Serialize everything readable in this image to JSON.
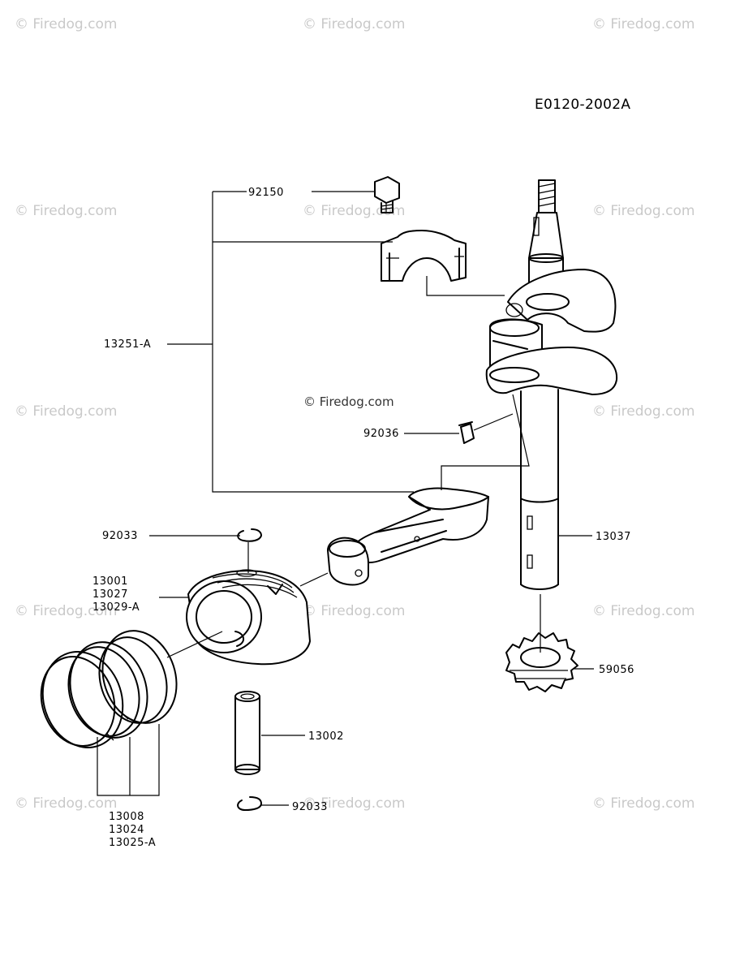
{
  "diagram": {
    "code": "E0120-2002A",
    "watermark": "© Firedog.com",
    "labels": {
      "p92150": "92150",
      "p13251": "13251-A",
      "p92036": "92036",
      "p13037": "13037",
      "p92033_top": "92033",
      "p13001": "13001",
      "p13027": "13027",
      "p13029": "13029-A",
      "p59056": "59056",
      "p13002": "13002",
      "p92033_bottom": "92033",
      "p13008": "13008",
      "p13024": "13024",
      "p13025": "13025-A"
    }
  }
}
